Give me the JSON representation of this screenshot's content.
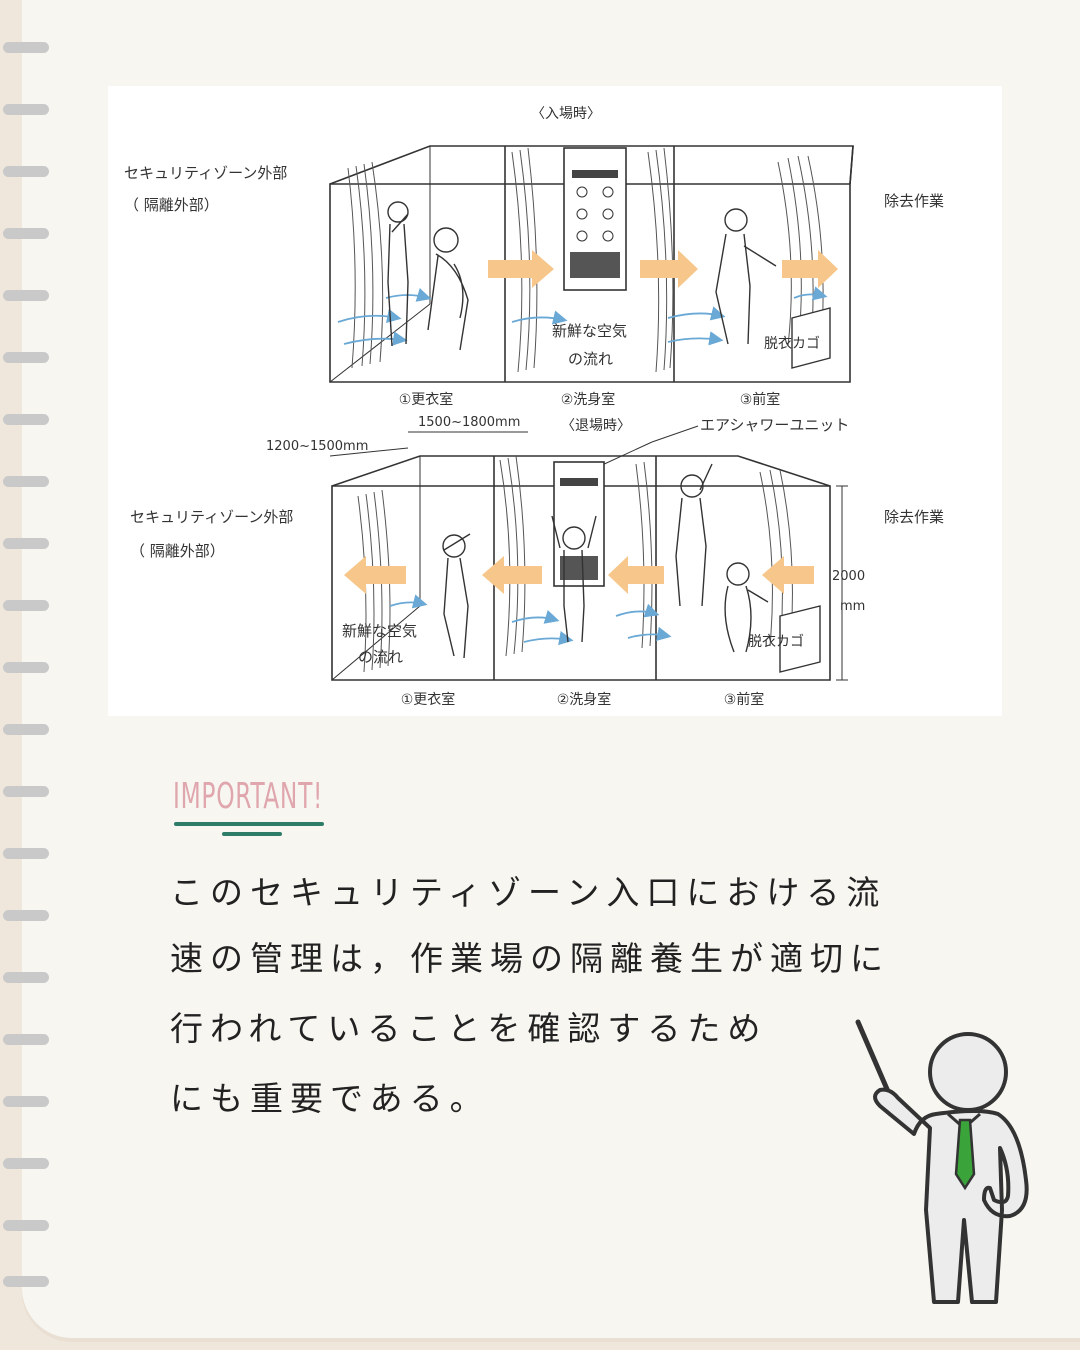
{
  "diagram": {
    "top_title": "〈入場時〉",
    "bottom_title": "〈退場時〉",
    "outside_label_1": "セキュリティゾーン外部",
    "outside_label_2": "（ 隔離外部）",
    "work_label": "除去作業",
    "fresh_air_1": "新鮮な空気",
    "fresh_air_2": "の流れ",
    "basket": "脱衣カゴ",
    "rooms": [
      "①更衣室",
      "②洗身室",
      "③前室"
    ],
    "dim_width_1": "1200~1500mm",
    "dim_width_2": "1500~1800mm",
    "dim_height_1": "2000",
    "dim_height_2": "mm",
    "air_shower_unit": "エアシャワーユニット"
  },
  "heading": "IMPORTANT!",
  "body_lines": [
    "このセキュリティゾーン入口における流",
    "速の管理は，作業場の隔離養生が適切に",
    "行われていることを確認するため",
    "にも重要である。"
  ],
  "colors": {
    "heading": "#e0a6ad",
    "underline": "#2e7d68",
    "arrow": "#f6c68a",
    "airflow": "#6aa9d6",
    "tie": "#3aa33a"
  }
}
